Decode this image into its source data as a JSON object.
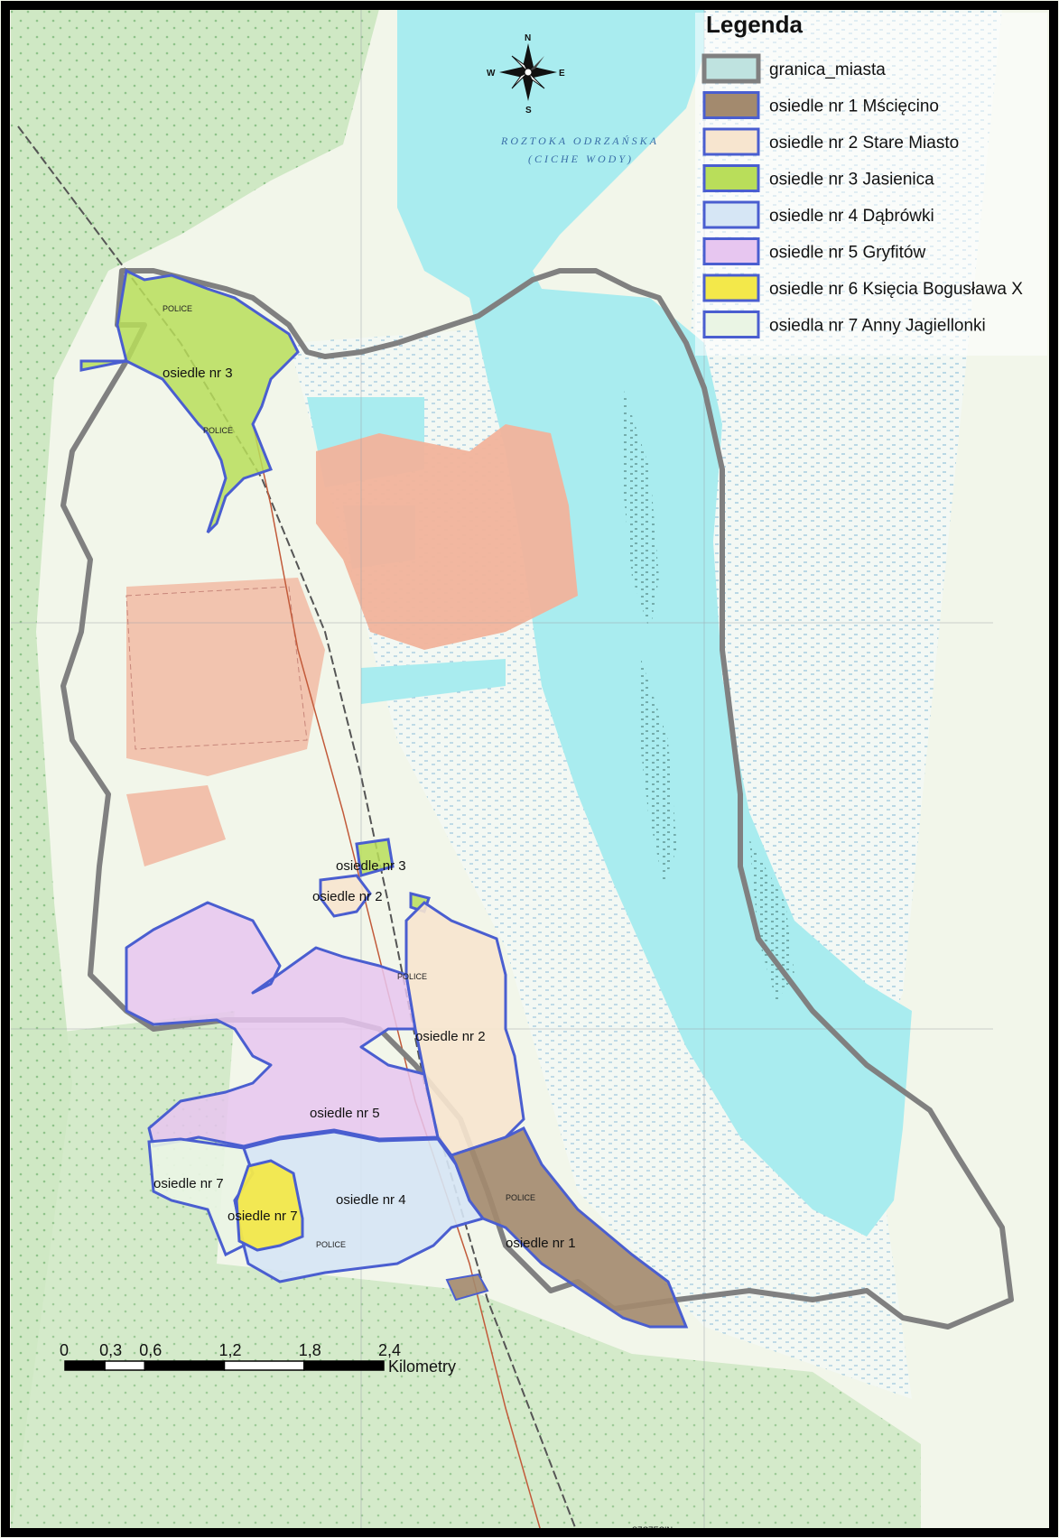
{
  "legend": {
    "title": "Legenda",
    "items": [
      {
        "label": "granica_miasta",
        "fill": "#bfe3e0",
        "stroke": "#808080",
        "stroke_width": 5
      },
      {
        "label": "osiedle nr 1 Mścięcino",
        "fill": "#a38a6e",
        "stroke": "#4a5ed0",
        "stroke_width": 3
      },
      {
        "label": "osiedle nr 2 Stare Miasto",
        "fill": "#f7e5cf",
        "stroke": "#4a5ed0",
        "stroke_width": 3
      },
      {
        "label": "osiedle nr 3 Jasienica",
        "fill": "#b9de5a",
        "stroke": "#4a5ed0",
        "stroke_width": 3
      },
      {
        "label": "osiedle nr 4 Dąbrówki",
        "fill": "#d6e6f5",
        "stroke": "#4a5ed0",
        "stroke_width": 3
      },
      {
        "label": "osiedle nr 5 Gryfitów",
        "fill": "#e7c6f0",
        "stroke": "#4a5ed0",
        "stroke_width": 3
      },
      {
        "label": "osiedle nr 6 Księcia Bogusława X",
        "fill": "#f3e84a",
        "stroke": "#4a5ed0",
        "stroke_width": 3
      },
      {
        "label": "osiedla nr 7 Anny Jagiellonki",
        "fill": "#eaf5e4",
        "stroke": "#4a5ed0",
        "stroke_width": 3
      }
    ]
  },
  "map_labels": {
    "os3_main": "osiedle nr 3",
    "os3_small": "osiedle nr 3",
    "os2_small": "osiedle nr 2",
    "os2_main": "osiedle nr 2",
    "os5": "osiedle nr 5",
    "os7": "osiedle nr 7",
    "os4": "osiedle nr 4",
    "os6": "osiedle nr 7",
    "os1": "osiedle nr 1"
  },
  "water_labels": {
    "line1": "ROZTOKA ODRZAŃSKA",
    "line2": "(CICHE WODY)"
  },
  "town_labels": {
    "police_north": "POLICE",
    "police_center": "POLICE",
    "police_west": "POLICE",
    "police_s1": "POLICE",
    "police_s2": "POLICE",
    "szczecin": "SZCZECIN"
  },
  "compass": {
    "n": "N",
    "s": "S",
    "e": "E",
    "w": "W"
  },
  "scale_bar": {
    "ticks": [
      "0",
      "0,3",
      "0,6",
      "1,2",
      "1,8",
      "2,4"
    ],
    "unit": "Kilometry"
  },
  "colors": {
    "forest": "#cfe8c4",
    "meadow": "#f2f6ea",
    "water": "#a9ecef",
    "industry": "#f1b39b",
    "boundary": "#808080",
    "district_stroke": "#4a5ed0"
  }
}
